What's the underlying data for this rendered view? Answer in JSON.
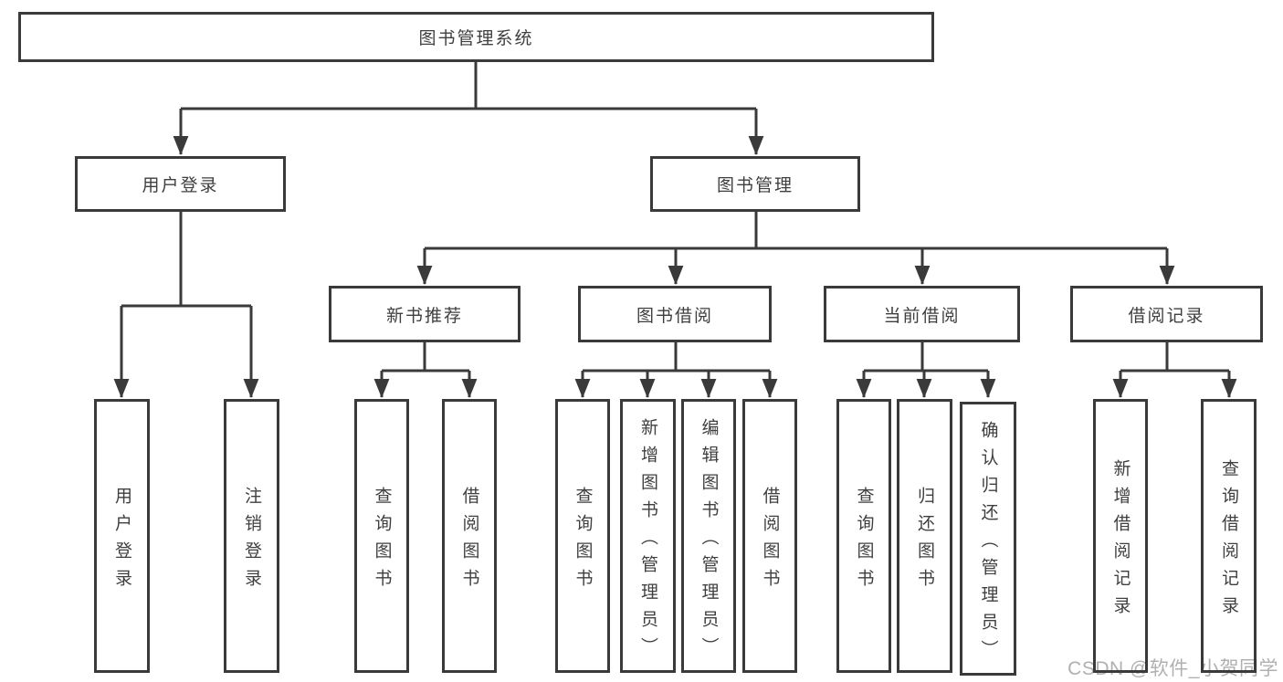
{
  "diagram_title": "图书管理系统",
  "colors": {
    "line": "#3a3a3a",
    "box_border": "#3a3a3a",
    "box_background": "#ffffff",
    "text": "#3f3f3f",
    "watermark": "#b0b0b0",
    "background": "#ffffff"
  },
  "watermark": {
    "text": "CSDN @软件_小贺同学"
  },
  "nodes": {
    "root": {
      "label": "图书管理系统"
    },
    "user_login": {
      "label": "用户登录"
    },
    "book_management": {
      "label": "图书管理"
    },
    "new_book_recommend": {
      "label": "新书推荐"
    },
    "book_borrowing": {
      "label": "图书借阅"
    },
    "current_borrowing": {
      "label": "当前借阅"
    },
    "borrowing_records": {
      "label": "借阅记录"
    },
    "leaf_user_login": {
      "label": "用户登录"
    },
    "leaf_logout": {
      "label": "注销登录"
    },
    "leaf_query_book_recommend": {
      "label": "查询图书"
    },
    "leaf_borrow_book_recommend": {
      "label": "借阅图书"
    },
    "leaf_query_book_borrowing": {
      "label": "查询图书"
    },
    "leaf_add_book_admin": {
      "label": "新增图书（管理员）"
    },
    "leaf_edit_book_admin": {
      "label": "编辑图书（管理员）"
    },
    "leaf_borrow_book_borrowing": {
      "label": "借阅图书"
    },
    "leaf_query_book_current": {
      "label": "查询图书"
    },
    "leaf_return_book": {
      "label": "归还图书"
    },
    "leaf_confirm_return_admin": {
      "label": "确认归还（管理员）"
    },
    "leaf_add_borrow_record": {
      "label": "新增借阅记录"
    },
    "leaf_query_borrow_record": {
      "label": "查询借阅记录"
    }
  },
  "edges": [
    [
      "root",
      "user_login"
    ],
    [
      "root",
      "book_management"
    ],
    [
      "user_login",
      "leaf_user_login"
    ],
    [
      "user_login",
      "leaf_logout"
    ],
    [
      "book_management",
      "new_book_recommend"
    ],
    [
      "book_management",
      "book_borrowing"
    ],
    [
      "book_management",
      "current_borrowing"
    ],
    [
      "book_management",
      "borrowing_records"
    ],
    [
      "new_book_recommend",
      "leaf_query_book_recommend"
    ],
    [
      "new_book_recommend",
      "leaf_borrow_book_recommend"
    ],
    [
      "book_borrowing",
      "leaf_query_book_borrowing"
    ],
    [
      "book_borrowing",
      "leaf_add_book_admin"
    ],
    [
      "book_borrowing",
      "leaf_edit_book_admin"
    ],
    [
      "book_borrowing",
      "leaf_borrow_book_borrowing"
    ],
    [
      "current_borrowing",
      "leaf_query_book_current"
    ],
    [
      "current_borrowing",
      "leaf_return_book"
    ],
    [
      "current_borrowing",
      "leaf_confirm_return_admin"
    ],
    [
      "borrowing_records",
      "leaf_add_borrow_record"
    ],
    [
      "borrowing_records",
      "leaf_query_borrow_record"
    ]
  ]
}
